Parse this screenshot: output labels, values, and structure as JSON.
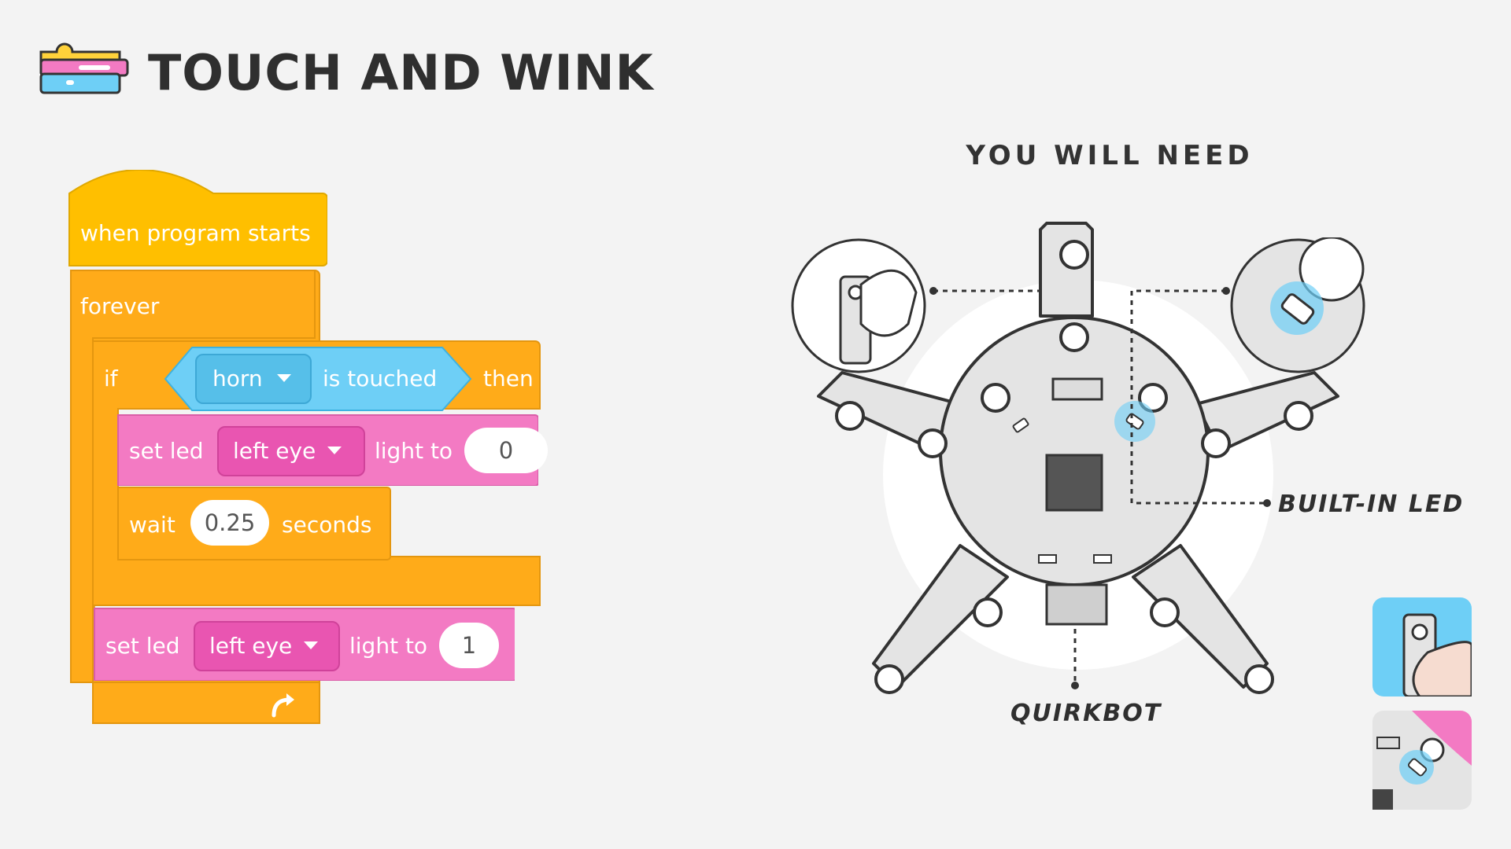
{
  "header": {
    "title": "TOUCH AND WINK"
  },
  "code": {
    "hat_label": "when program starts",
    "forever_label": "forever",
    "if_label": "if",
    "sensor_dropdown": "horn",
    "is_touched_label": "is touched",
    "then_label": "then",
    "set_led_1": {
      "label": "set led",
      "led_dropdown": "left eye",
      "light_to_label": "light to",
      "value": "0"
    },
    "wait": {
      "label": "wait",
      "value": "0.25",
      "unit_label": "seconds"
    },
    "set_led_2": {
      "label": "set led",
      "led_dropdown": "left eye",
      "light_to_label": "light to",
      "value": "1"
    },
    "loop_icon": "loop-arrow-icon"
  },
  "needs": {
    "title": "YOU WILL NEED",
    "builtin_led_label": "BUILT-IN LED",
    "quirkbot_label": "QUIRKBOT"
  },
  "colors": {
    "event_yellow": "#ffbf00",
    "control_orange": "#ffab19",
    "led_pink": "#f37ac3",
    "sensor_blue": "#6ecff6",
    "title_dark": "#2f2f2f"
  }
}
